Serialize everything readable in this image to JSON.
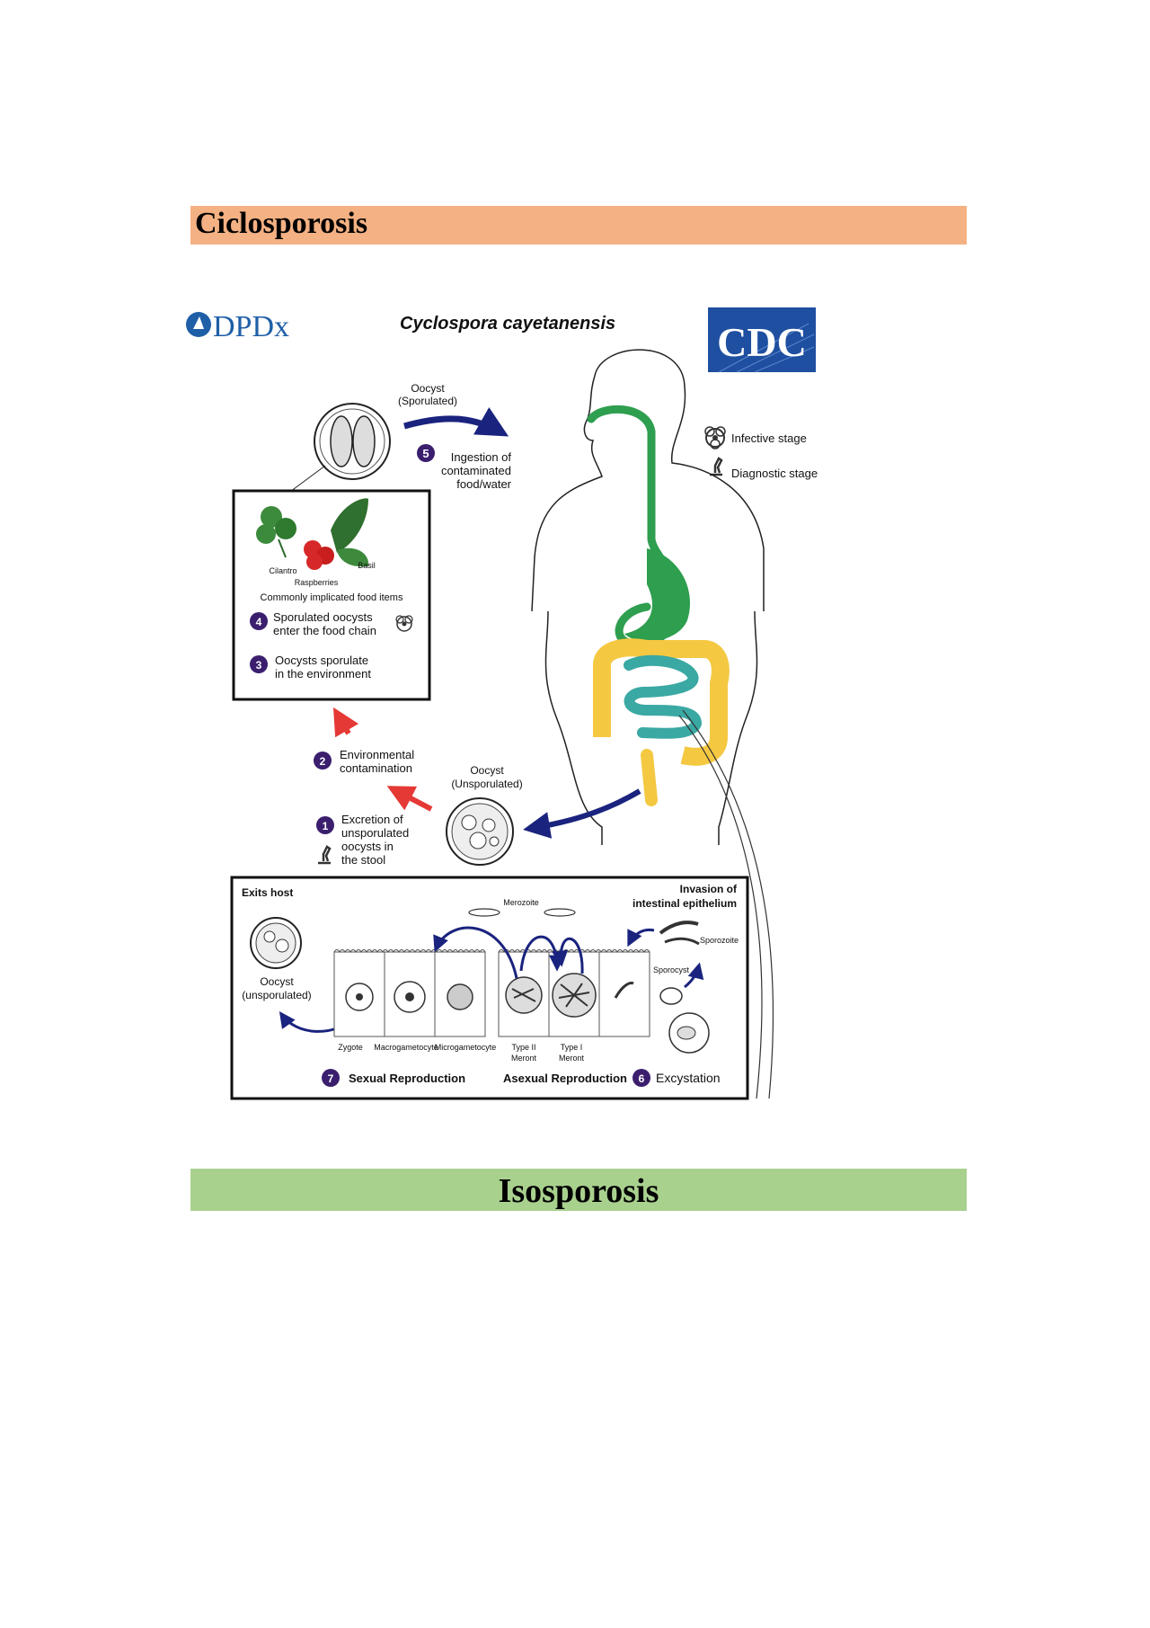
{
  "sections": {
    "ciclosporosis": "Ciclosporosis",
    "isosporosis": "Isosporosis"
  },
  "diagram": {
    "logo_left": "DPDx",
    "logo_right": "CDC",
    "species": "Cyclospora cayetanensis",
    "legend": {
      "infective": "Infective stage",
      "diagnostic": "Diagnostic stage"
    },
    "oocyst_sporulated": [
      "Oocyst",
      "(Sporulated)"
    ],
    "oocyst_unsporulated": [
      "Oocyst",
      "(Unsporulated)"
    ],
    "step5": {
      "num": "5",
      "lines": [
        "Ingestion of",
        "contaminated",
        "food/water"
      ]
    },
    "food_box": {
      "items": {
        "cilantro": "Cilantro",
        "basil": "Basil",
        "raspberries": "Raspberries"
      },
      "caption": "Commonly implicated food items",
      "step4": {
        "num": "4",
        "lines": [
          "Sporulated oocysts",
          "enter the food chain"
        ]
      },
      "step3": {
        "num": "3",
        "lines": [
          "Oocysts sporulate",
          "in the environment"
        ]
      }
    },
    "step2": {
      "num": "2",
      "lines": [
        "Environmental",
        "contamination"
      ]
    },
    "step1": {
      "num": "1",
      "lines": [
        "Excretion of",
        "unsporulated",
        "oocysts in",
        "the stool"
      ]
    },
    "intestine_box": {
      "exits_host": "Exits host",
      "invasion": [
        "Invasion of",
        "intestinal epithelium"
      ],
      "merozoite": "Merozoite",
      "sporozoite": "Sporozoite",
      "sporocyst": "Sporocyst",
      "oocyst_exit": [
        "Oocyst",
        "(unsporulated)"
      ],
      "cells": {
        "zygote": "Zygote",
        "macro": "Macrogametocyte",
        "micro": "Microgametocyte",
        "type2": [
          "Type II",
          "Meront"
        ],
        "type1": [
          "Type I",
          "Meront"
        ]
      },
      "step7": {
        "num": "7",
        "label": "Sexual Reproduction"
      },
      "asexual": "Asexual Reproduction",
      "step6": {
        "num": "6",
        "label": "Excystation"
      }
    }
  },
  "colors": {
    "ciclo_band": "#f4b183",
    "iso_band": "#a9d18e",
    "step_circle": "#3b1f6e",
    "blue_arrow": "#1a237e",
    "red_arrow": "#e53935",
    "gut_green": "#2e9e4f",
    "colon_yellow": "#f5c842",
    "small_intestine_teal": "#3aa8a3",
    "cdc_blue": "#1f4fa0"
  }
}
